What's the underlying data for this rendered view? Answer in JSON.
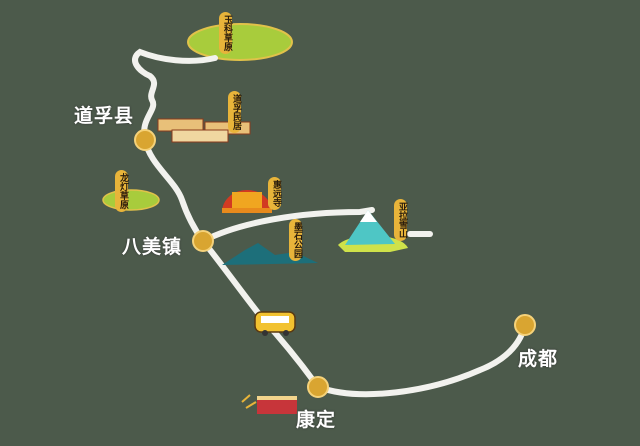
{
  "towns": {
    "daofu": "道孚县",
    "bamei": "八美镇",
    "kangding": "康定",
    "chengdu": "成都"
  },
  "attractions": {
    "yuke": "玉科草原",
    "daofu_houses": "道孚民居",
    "longdeng": "龙灯草原",
    "huiyuan": "惠远寺",
    "moshi": "墨石公园",
    "yala": "亚拉雪山"
  },
  "colors": {
    "background": "#4c5a4b",
    "route": "#f2f2ee",
    "town_marker": "#d9a531",
    "grassland": "#a8cc3c",
    "tag": "#e8b43a"
  }
}
